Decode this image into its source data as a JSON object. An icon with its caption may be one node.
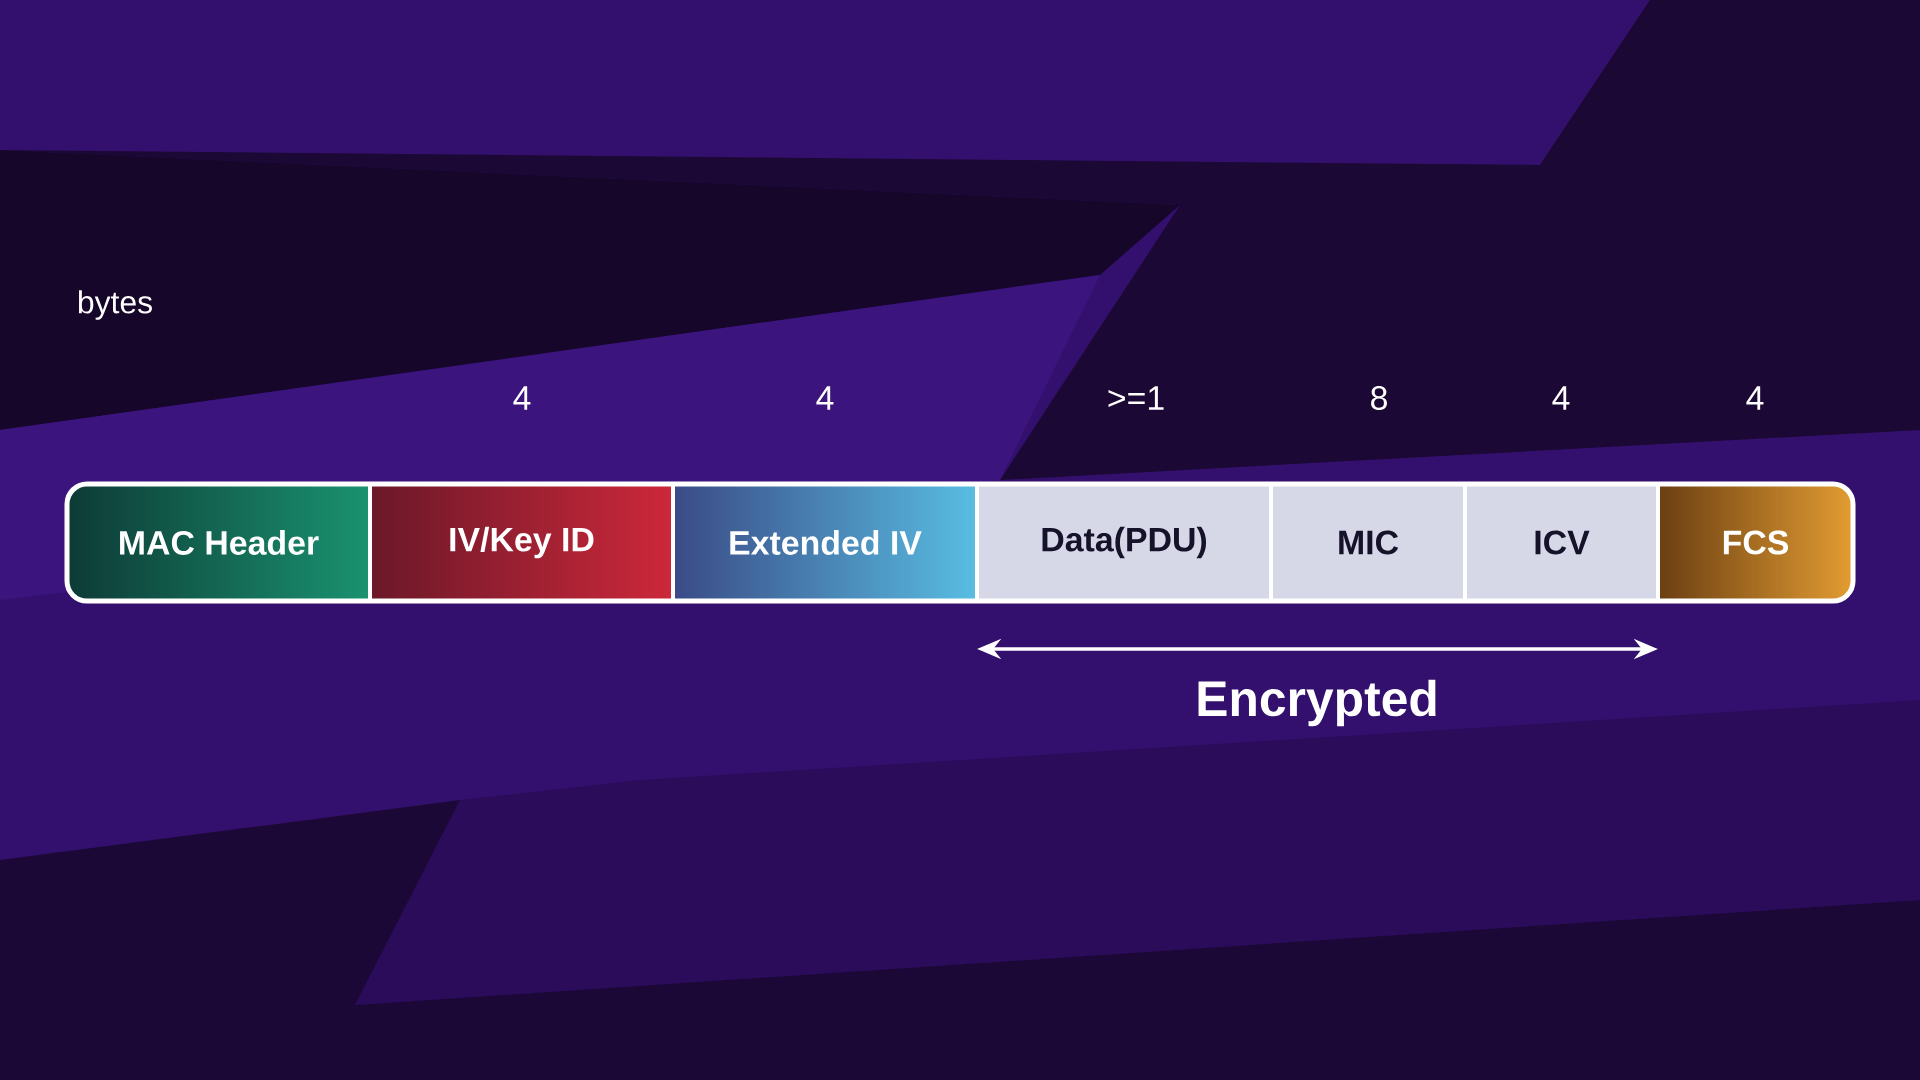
{
  "diagram": {
    "nodes": [
      {
        "text": [
          "MAC Header"
        ]
      },
      {
        "text": [
          "IV/Key ID"
        ]
      },
      {
        "text": [
          "Extended IV"
        ]
      },
      {
        "text": [
          "Data(PDU)"
        ]
      },
      {
        "text": [
          "MIC"
        ]
      },
      {
        "text": [
          "ICV"
        ]
      },
      {
        "text": [
          "FCS"
        ]
      }
    ],
    "labels": [
      "bytes",
      "4",
      "4",
      ">=1",
      "8",
      "4",
      "4",
      "Encrypted"
    ]
  }
}
